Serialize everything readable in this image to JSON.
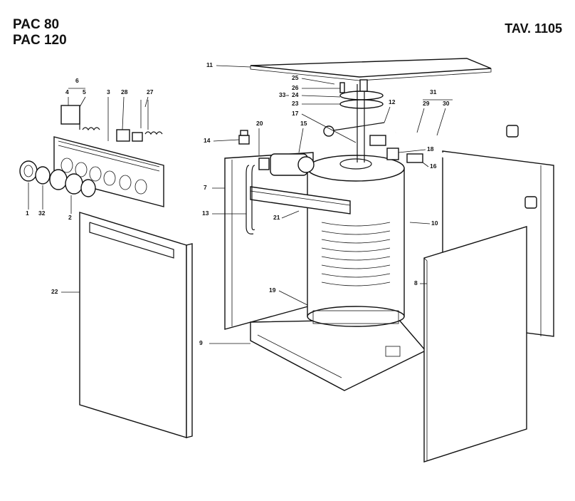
{
  "header": {
    "model_line_1": "PAC 80",
    "model_line_2": "PAC 120",
    "table_ref": "TAV. 1105"
  },
  "parts": [
    "1",
    "2",
    "3",
    "6",
    "4",
    "5",
    "7",
    "8",
    "9",
    "10",
    "11",
    "12",
    "13",
    "14",
    "15",
    "16",
    "17",
    "18",
    "19",
    "20",
    "21",
    "22",
    "23",
    "24",
    "25",
    "26",
    "27",
    "28",
    "29",
    "30",
    "31",
    "32",
    "33"
  ]
}
